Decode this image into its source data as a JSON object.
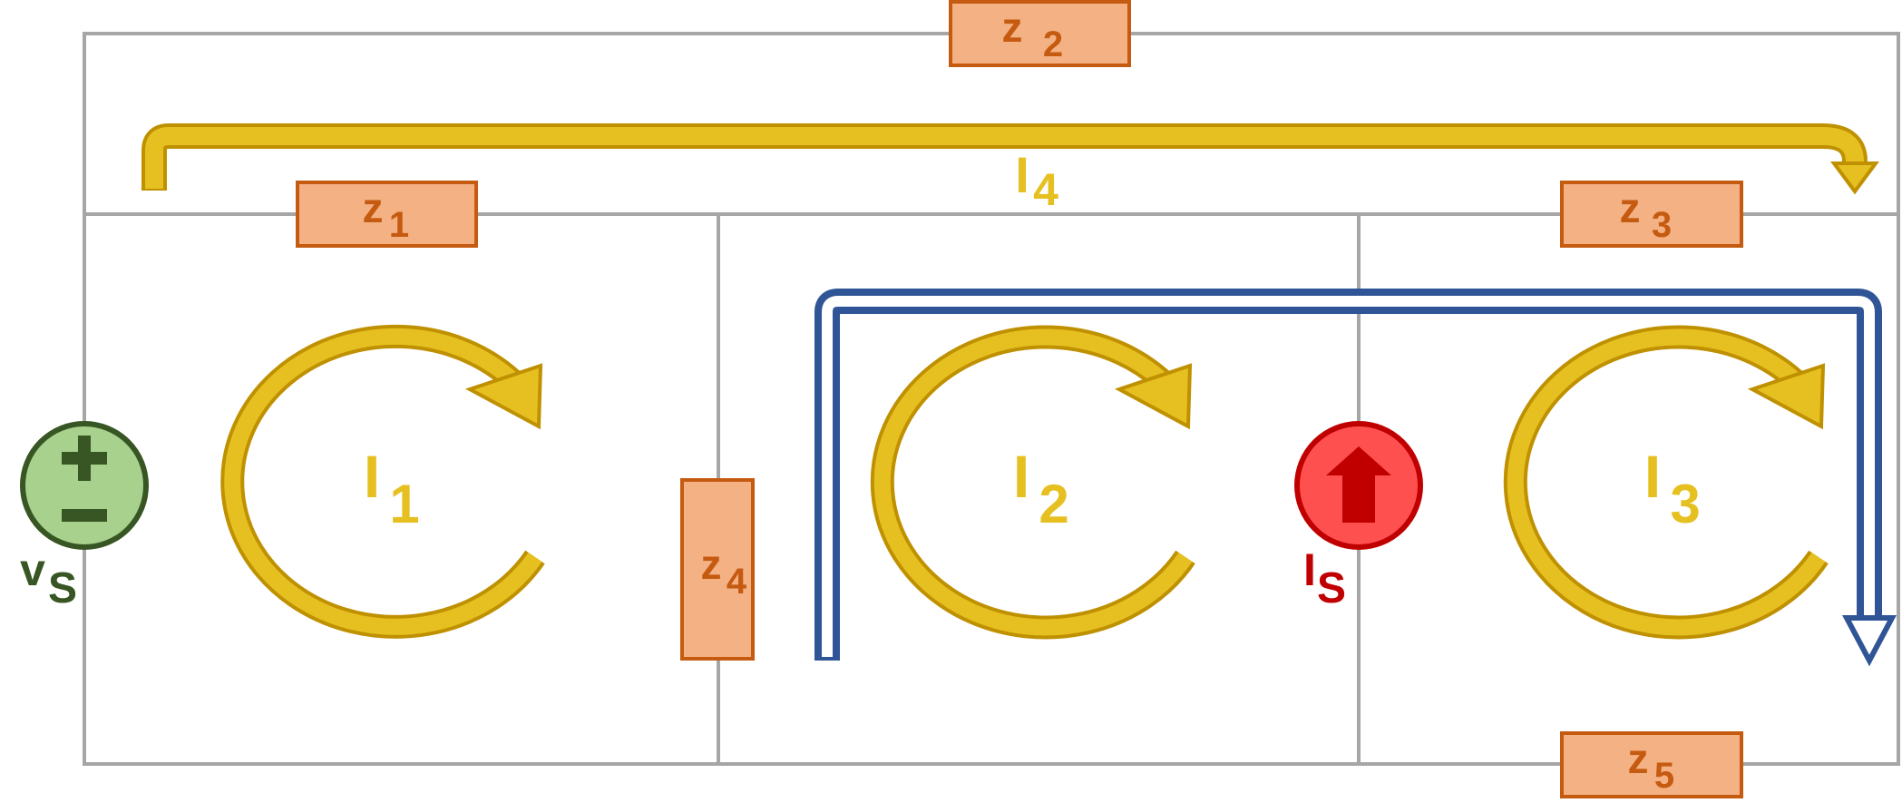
{
  "colors": {
    "wire": "#a6a6a6",
    "impedance_fill": "#f4b183",
    "impedance_stroke": "#c55a11",
    "loop_current": "#e6c020",
    "loop_current_outline": "#bf9000",
    "supermesh_arrow": "#2f5597",
    "voltage_source_fill": "#a9d18e",
    "voltage_source_stroke": "#375623",
    "current_source_fill": "#ff5050",
    "current_source_stroke": "#c00000"
  },
  "impedances": {
    "z1": {
      "base": "z",
      "sub": "1"
    },
    "z2": {
      "base": "z",
      "sub": "2"
    },
    "z3": {
      "base": "z",
      "sub": "3"
    },
    "z4": {
      "base": "z",
      "sub": "4"
    },
    "z5": {
      "base": "z",
      "sub": "5"
    }
  },
  "currents": {
    "i1": {
      "base": "I",
      "sub": "1"
    },
    "i2": {
      "base": "I",
      "sub": "2"
    },
    "i3": {
      "base": "I",
      "sub": "3"
    },
    "i4": {
      "base": "I",
      "sub": "4"
    }
  },
  "sources": {
    "voltage": {
      "base": "v",
      "sub": "S",
      "icon": "plus-minus-icon"
    },
    "current": {
      "base": "I",
      "sub": "S",
      "icon": "up-arrow-icon"
    }
  }
}
